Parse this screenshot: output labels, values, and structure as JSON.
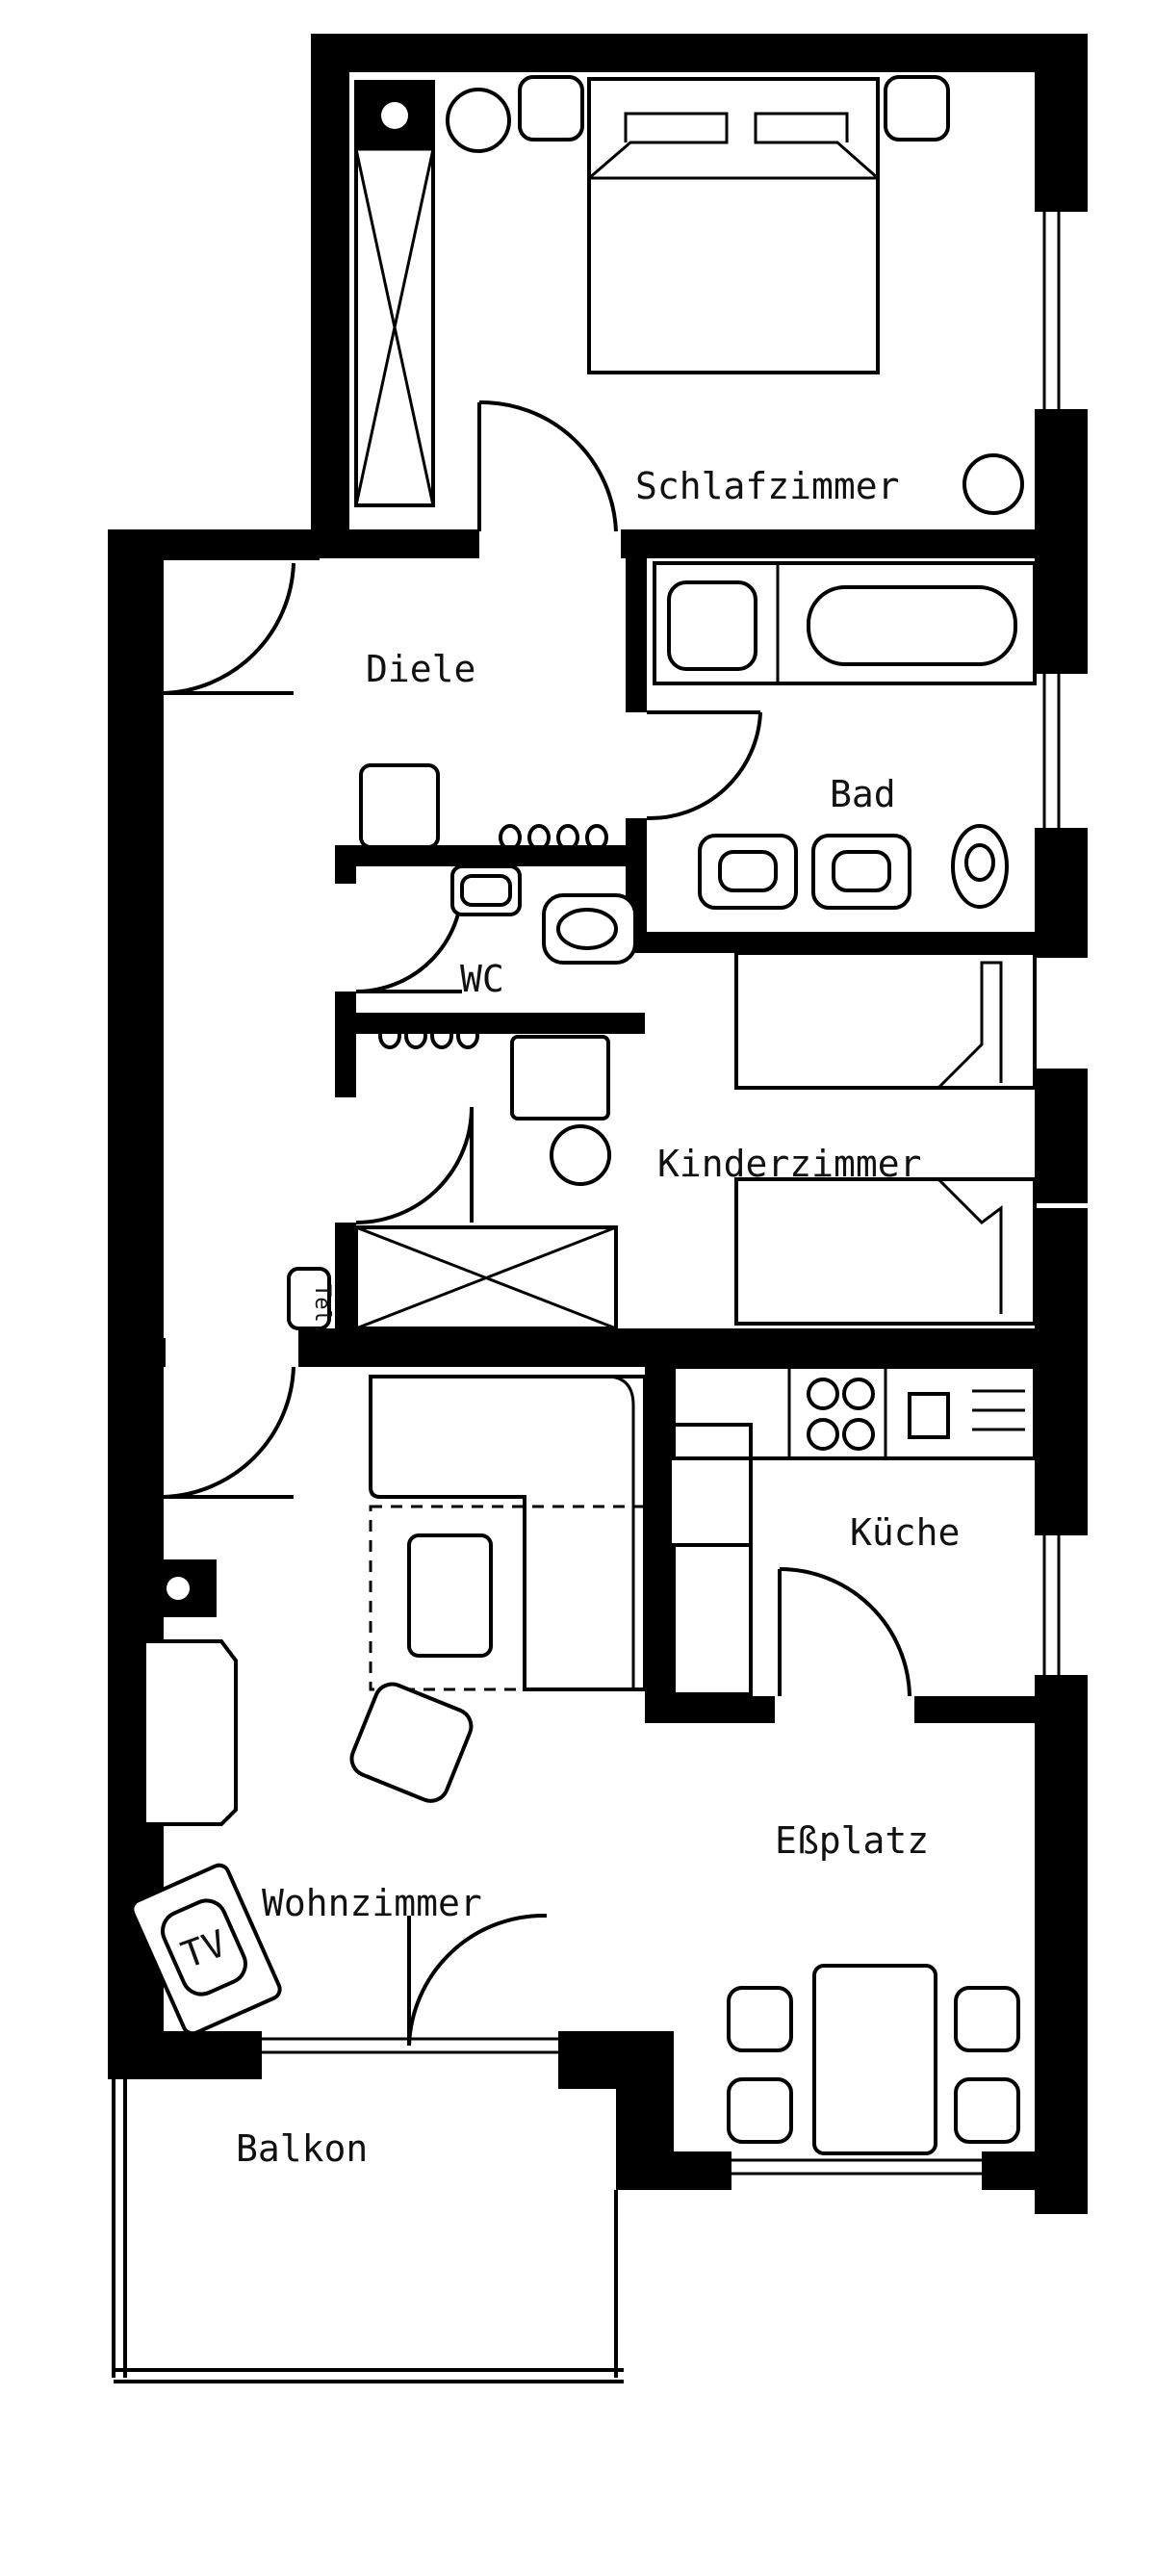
{
  "plan": {
    "rooms": {
      "schlafzimmer": "Schlafzimmer",
      "diele": "Diele",
      "bad": "Bad",
      "wc": "WC",
      "kinderzimmer": "Kinderzimmer",
      "kueche": "Küche",
      "essplatz": "Eßplatz",
      "wohnzimmer": "Wohnzimmer",
      "balkon": "Balkon"
    },
    "fixtures": {
      "telephone": "Tel.",
      "tv": "TV"
    },
    "colors": {
      "wall": "#000000",
      "paper": "#ffffff"
    }
  }
}
